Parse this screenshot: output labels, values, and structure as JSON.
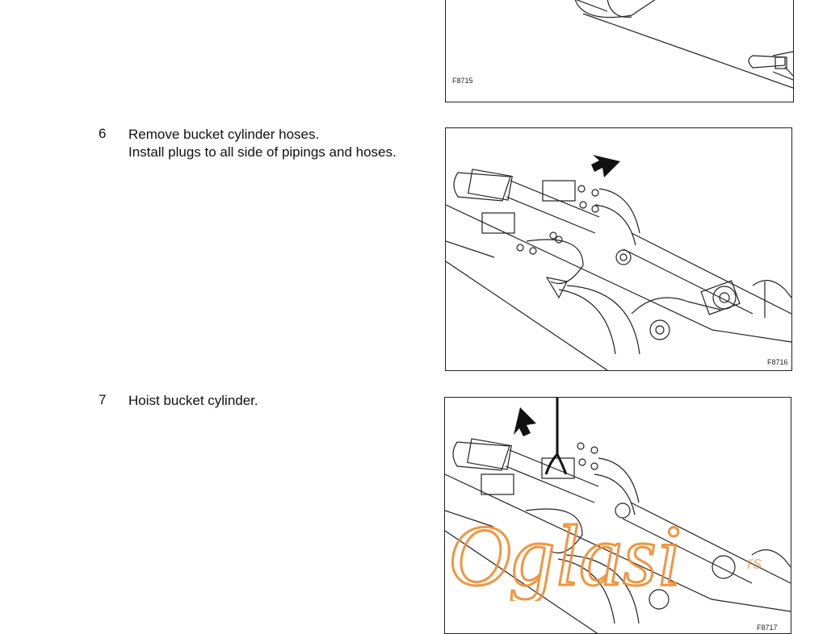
{
  "steps": [
    {
      "number": "6",
      "lines": [
        "Remove bucket cylinder hoses.",
        "Install plugs to all side of pipings and hoses."
      ]
    },
    {
      "number": "7",
      "lines": [
        "Hoist bucket cylinder."
      ]
    }
  ],
  "figures": [
    {
      "label": "F8715"
    },
    {
      "label": "F8716"
    },
    {
      "label": "F8717"
    }
  ],
  "watermark": {
    "text": "Oglasi",
    "suffix": "rs",
    "color": "#f08a2c"
  }
}
